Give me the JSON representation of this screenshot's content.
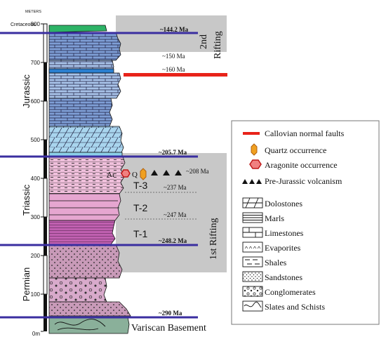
{
  "axis": {
    "unit": "METERS",
    "ticks": [
      "800",
      "700",
      "600",
      "500",
      "400",
      "300",
      "200",
      "100",
      "0m"
    ]
  },
  "periods": {
    "cretaceous": "Cretaceous",
    "jurassic": "Jurassic",
    "triassic": "Triassic",
    "permian": "Permian"
  },
  "ages": {
    "a144": "~144.2 Ma",
    "a150": "~150 Ma",
    "a160": "~160 Ma",
    "a205": "~205.7 Ma",
    "a208": "~208 Ma",
    "a237": "~237 Ma",
    "a247": "~247 Ma",
    "a248": "~248.2 Ma",
    "a290": "~290 Ma"
  },
  "units": {
    "t3": "T-3",
    "t2": "T-2",
    "t1": "T-1",
    "ar": "Ar",
    "q": "Q"
  },
  "rifting": {
    "second_a": "2nd",
    "second_b": "Rifting",
    "first": "1st Rifting"
  },
  "basement": "Variscan Basement",
  "legend": {
    "faults": "Callovian normal faults",
    "quartz": "Quartz occurrence",
    "aragonite": "Aragonite occurrence",
    "volcanism": "Pre-Jurassic volcanism",
    "dolostones": "Dolostones",
    "marls": "Marls",
    "limestones": "Limestones",
    "evaporites": "Evaporites",
    "shales": "Shales",
    "sandstones": "Sandstones",
    "conglomerates": "Conglomerates",
    "slates": "Slates and Schists"
  },
  "colors": {
    "fault_red": "#e8231a",
    "boundary_blue": "#3a2ea0",
    "rift_gray": "#c8c8c8",
    "jurassic_blue": "#7f9fd6",
    "dolostone_cyan": "#a9d5ee",
    "triassic_pink": "#f0c0dc",
    "triassic_magenta": "#c060b0",
    "permian_mauve": "#c89ab8",
    "basement_green": "#8ab09a",
    "cretaceous_green": "#2db366"
  }
}
